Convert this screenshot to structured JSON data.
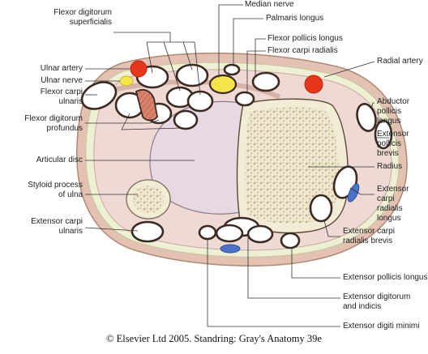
{
  "figure": {
    "labels": {
      "flexor_digitorum_superficialis": "Flexor digitorum\nsuperficialis",
      "median_nerve": "Median nerve",
      "palmaris_longus": "Palmaris longus",
      "flexor_pollicis_longus": "Flexor pollicis longus",
      "flexor_carpi_radialis": "Flexor carpi radialis",
      "radial_artery": "Radial artery",
      "ulnar_artery": "Ulnar artery",
      "ulnar_nerve": "Ulnar nerve",
      "flexor_carpi_ulnaris": "Flexor carpi\nulnaris",
      "flexor_digitorum_profundus": "Flexor digitorum\nprofundus",
      "abductor_pollicis_longus": "Abductor pollicis\nlongus",
      "extensor_pollicis_brevis": "Extensor pollicis\nbrevis",
      "articular_disc": "Articular disc",
      "radius": "Radius",
      "styloid_process_of_ulna": "Styloid process\nof ulna",
      "extensor_carpi_radialis_longus": "Extensor carpi\nradialis longus",
      "extensor_carpi_ulnaris": "Extensor carpi\nulnaris",
      "extensor_carpi_radialis_brevis": "Extensor carpi\nradialis brevis",
      "extensor_pollicis_longus": "Extensor pollicis longus",
      "extensor_digitorum_and_indicis": "Extensor digitorum\nand indicis",
      "extensor_digiti_minimi": "Extensor digiti minimi"
    },
    "credit": "© Elsevier Ltd 2005. Standring: Gray's Anatomy 39e",
    "colors": {
      "skin": "#e3c2b4",
      "subcutis": "#eef0d4",
      "muscle": "#efd9d4",
      "bone_fill": "#f2ecd7",
      "tendon": "#ffffff",
      "artery": "#e8361c",
      "nerve": "#f7e44a",
      "vein": "#4a72c8",
      "outline": "#3a2a22"
    }
  }
}
